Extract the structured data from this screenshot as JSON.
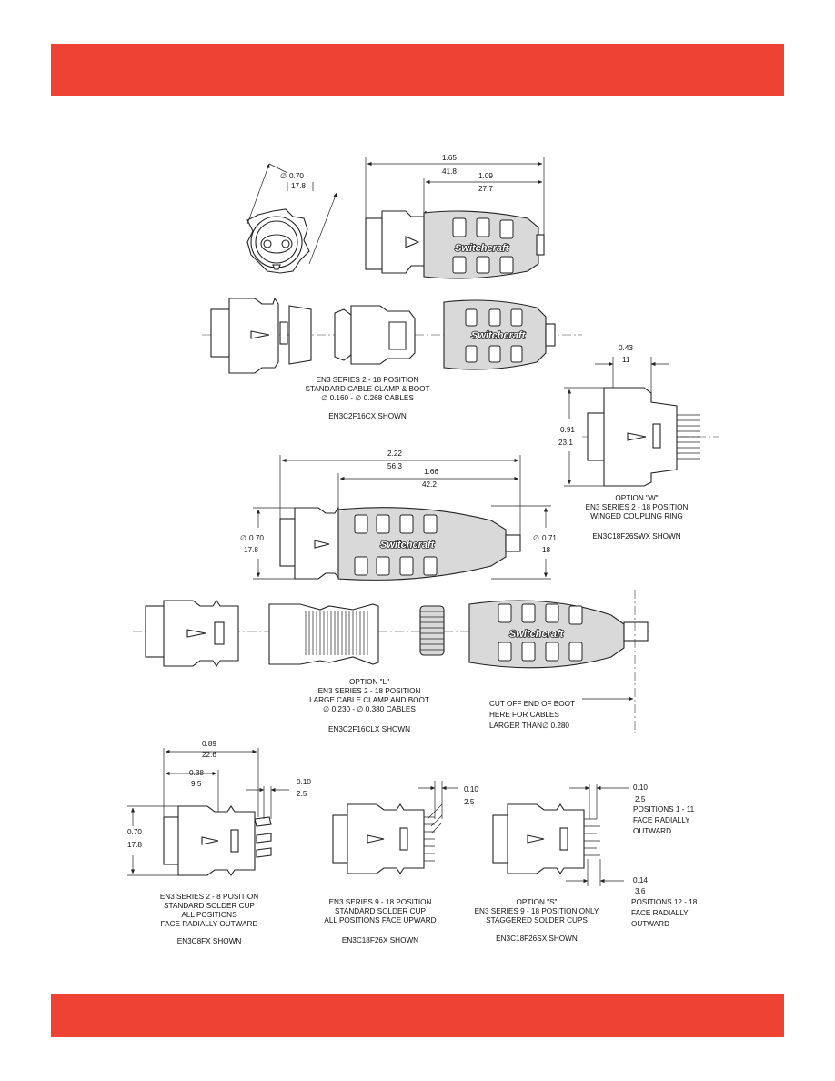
{
  "colors": {
    "band": "#ee4334",
    "boot": "#d9d9d9",
    "ink": "#222222"
  },
  "brand": "Switchcraft",
  "dimensions": {
    "face_dia": {
      "inch": "0.70",
      "mm": "17.8"
    },
    "std_overall": {
      "inch": "1.65",
      "mm": "41.8"
    },
    "std_boot": {
      "inch": "1.09",
      "mm": "27.7"
    },
    "w_depth": {
      "inch": "0.43",
      "mm": "11"
    },
    "w_height": {
      "inch": "0.91",
      "mm": "23.1"
    },
    "l_overall": {
      "inch": "2.22",
      "mm": "56.3"
    },
    "l_boot": {
      "inch": "1.66",
      "mm": "42.2"
    },
    "l_front_dia": {
      "inch": "0.70",
      "mm": "17.8"
    },
    "l_rear_dia": {
      "inch": "0.71",
      "mm": "18"
    },
    "sc_overall": {
      "inch": "0.89",
      "mm": "22.6"
    },
    "sc_front": {
      "inch": "0.38",
      "mm": "9.5"
    },
    "sc_cup": {
      "inch": "0.10",
      "mm": "2.5"
    },
    "sc_height": {
      "inch": "0.70",
      "mm": "17.8"
    },
    "sc18_cup": {
      "inch": "0.10",
      "mm": "2.5"
    },
    "s_cup": {
      "inch": "0.10",
      "mm": "2.5"
    },
    "s_cup2": {
      "inch": "0.14",
      "mm": "3.6"
    }
  },
  "captions": {
    "standard": [
      "EN3 SERIES 2 - 18 POSITION",
      "STANDARD CABLE CLAMP & BOOT",
      "∅ 0.160 -   ∅ 0.268 CABLES"
    ],
    "standard_model": "EN3C2F16CX SHOWN",
    "option_w": [
      "OPTION \"W\"",
      "EN3 SERIES 2 - 18 POSITION",
      "WINGED COUPLING RING"
    ],
    "option_w_model": "EN3C18F26SWX SHOWN",
    "option_l": [
      "OPTION \"L\"",
      "EN3 SERIES 2 - 18 POSITION",
      "LARGE CABLE CLAMP AND BOOT",
      "∅ 0.230 -   ∅ 0.380 CABLES"
    ],
    "option_l_model": "EN3C2F16CLX SHOWN",
    "cutoff": [
      "CUT OFF END OF BOOT",
      "HERE FOR CABLES",
      "LARGER THAN∅ 0.280"
    ],
    "solder_8": [
      "EN3 SERIES 2 - 8 POSITION",
      "STANDARD SOLDER CUP",
      "ALL POSITIONS",
      "FACE RADIALLY OUTWARD"
    ],
    "solder_8_model": "EN3C8FX SHOWN",
    "solder_18": [
      "EN3 SERIES 9 - 18 POSITION",
      "STANDARD SOLDER CUP",
      "ALL POSITIONS FACE UPWARD"
    ],
    "solder_18_model": "EN3C18F26X SHOWN",
    "option_s": [
      "OPTION \"S\"",
      "EN3 SERIES 9 - 18 POSITION ONLY",
      "STAGGERED SOLDER CUPS"
    ],
    "option_s_model": "EN3C18F26SX SHOWN",
    "positions_1_11": [
      "POSITIONS 1 - 11",
      "FACE RADIALLY",
      "OUTWARD"
    ],
    "positions_12_18": [
      "POSITIONS 12 - 18",
      "FACE RADIALLY",
      "OUTWARD"
    ]
  }
}
